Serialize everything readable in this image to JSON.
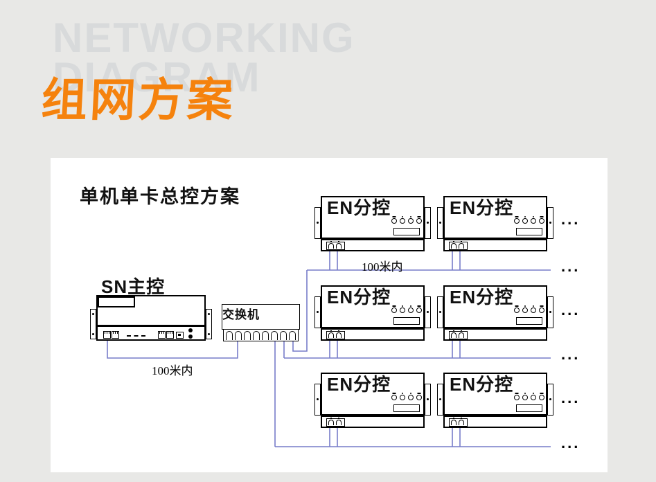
{
  "page": {
    "background_color": "#e8e8e6",
    "accent_color": "#f5820d",
    "watermark_color": "#d8dadb",
    "wire_color": "#777cc9",
    "panel_color": "#ffffff"
  },
  "header": {
    "watermark_line1": "NETWORKING",
    "watermark_line2": "DIAGRAM",
    "title": "组网方案"
  },
  "diagram": {
    "subtitle": "单机单卡总控方案",
    "master": {
      "label": "SN主控"
    },
    "switch": {
      "label": "交换机"
    },
    "en_units": [
      {
        "label": "EN分控"
      },
      {
        "label": "EN分控"
      },
      {
        "label": "EN分控"
      },
      {
        "label": "EN分控"
      },
      {
        "label": "EN分控"
      },
      {
        "label": "EN分控"
      }
    ],
    "distance_labels": [
      {
        "text": "100米内"
      },
      {
        "text": "100米内"
      }
    ],
    "ellipsis_groups": [
      {
        "text": "..."
      },
      {
        "text": "..."
      },
      {
        "text": "..."
      },
      {
        "text": "..."
      },
      {
        "text": "..."
      },
      {
        "text": "..."
      }
    ]
  }
}
